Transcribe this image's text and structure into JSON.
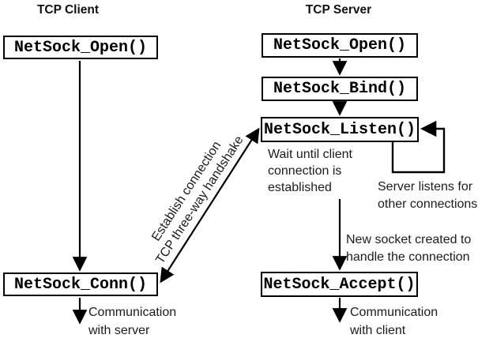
{
  "client": {
    "header": "TCP Client",
    "open_box": "NetSock_Open()",
    "conn_box": "NetSock_Conn()",
    "comm_label": [
      "Communication",
      "with server"
    ]
  },
  "server": {
    "header": "TCP Server",
    "open_box": "NetSock_Open()",
    "bind_box": "NetSock_Bind()",
    "listen_box": "NetSock_Listen()",
    "accept_box": "NetSock_Accept()",
    "wait_label": [
      "Wait until client",
      "connection is",
      "established"
    ],
    "listen_loop_label": [
      "Server listens for",
      "other connections"
    ],
    "new_socket_label": [
      "New socket created to",
      "handle the connection"
    ],
    "comm_label": [
      "Communication",
      "with client"
    ]
  },
  "connection_label": [
    "Establish connection",
    "TCP three-way handshake"
  ],
  "colors": {
    "ink": "#000000",
    "background": "#ffffff"
  }
}
